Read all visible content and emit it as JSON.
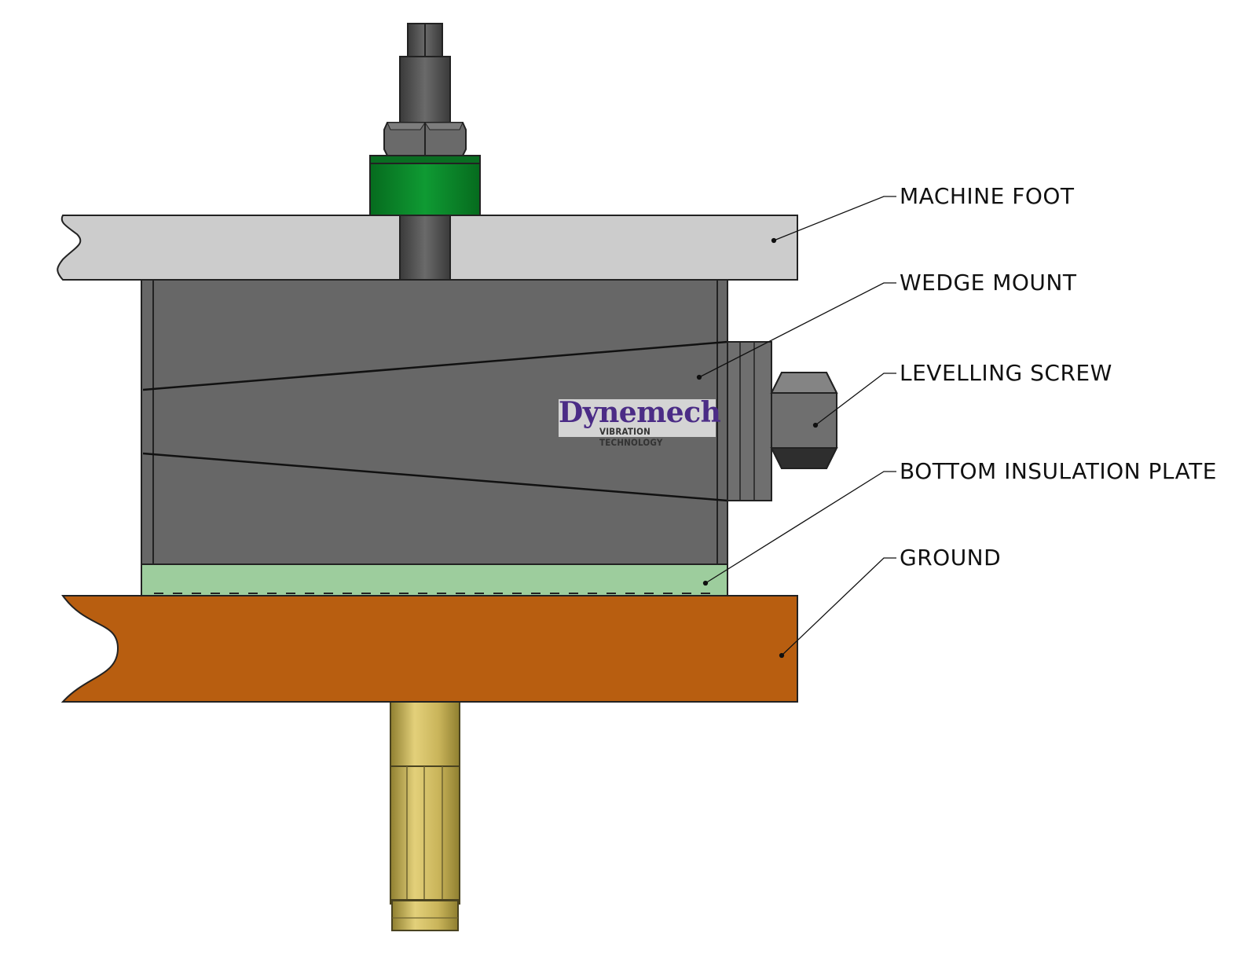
{
  "diagram": {
    "labels": {
      "machine_foot": "MACHINE FOOT",
      "wedge_mount": "WEDGE MOUNT",
      "levelling_screw": "LEVELLING SCREW",
      "bottom_insulation_plate": "BOTTOM INSULATION PLATE",
      "ground": "GROUND"
    },
    "logo": {
      "brand": "Dynemech",
      "tagline": "VIBRATION TECHNOLOGY"
    },
    "colors": {
      "machine_foot": "#cccccc",
      "wedge_body": "#676767",
      "washer": "#0a8a2a",
      "insulation_plate": "#9dcd9d",
      "ground": "#b85e10",
      "anchor_bolt": "#c9b45a",
      "logo_text": "#4b2c86"
    }
  }
}
